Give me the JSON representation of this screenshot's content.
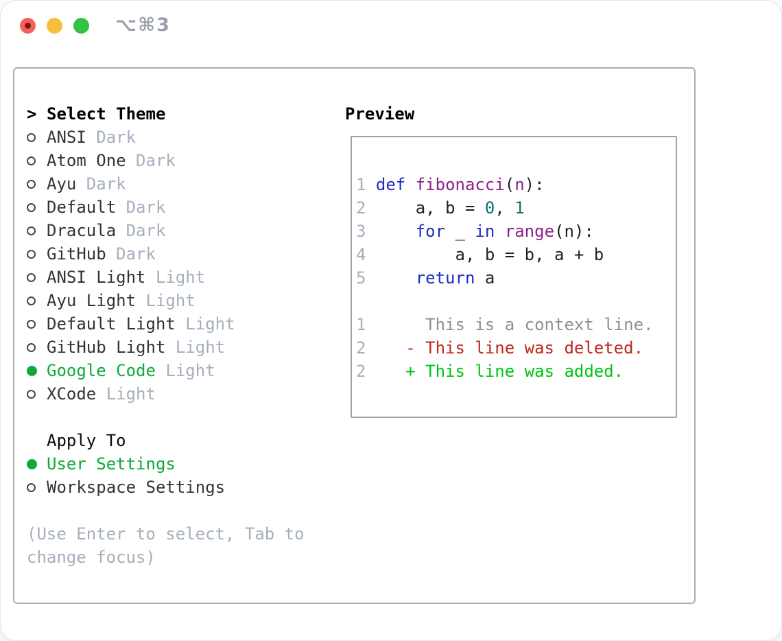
{
  "window": {
    "title": "⌥⌘3"
  },
  "theme_selector": {
    "heading_prefix": ">",
    "heading": "Select Theme",
    "items": [
      {
        "name": "ANSI",
        "variant": "Dark",
        "selected": false
      },
      {
        "name": "Atom One",
        "variant": "Dark",
        "selected": false
      },
      {
        "name": "Ayu",
        "variant": "Dark",
        "selected": false
      },
      {
        "name": "Default",
        "variant": "Dark",
        "selected": false
      },
      {
        "name": "Dracula",
        "variant": "Dark",
        "selected": false
      },
      {
        "name": "GitHub",
        "variant": "Dark",
        "selected": false
      },
      {
        "name": "ANSI Light",
        "variant": "Light",
        "selected": false
      },
      {
        "name": "Ayu Light",
        "variant": "Light",
        "selected": false
      },
      {
        "name": "Default Light",
        "variant": "Light",
        "selected": false
      },
      {
        "name": "GitHub Light",
        "variant": "Light",
        "selected": false
      },
      {
        "name": "Google Code",
        "variant": "Light",
        "selected": true
      },
      {
        "name": "XCode",
        "variant": "Light",
        "selected": false
      }
    ],
    "apply_heading": "Apply To",
    "apply_options": [
      {
        "label": "User Settings",
        "selected": true
      },
      {
        "label": "Workspace Settings",
        "selected": false
      }
    ],
    "hint_lines": [
      "(Use Enter to select, Tab to",
      "change focus)"
    ]
  },
  "preview": {
    "heading": "Preview",
    "code_lines": [
      {
        "tokens": [
          {
            "t": "1 ",
            "c": "num"
          },
          {
            "t": "def",
            "c": "kw"
          },
          {
            "t": " ",
            "c": "pln"
          },
          {
            "t": "fibonacci",
            "c": "fn"
          },
          {
            "t": "(",
            "c": "pln"
          },
          {
            "t": "n",
            "c": "fn"
          },
          {
            "t": "):",
            "c": "pln"
          }
        ]
      },
      {
        "tokens": [
          {
            "t": "2 ",
            "c": "num"
          },
          {
            "t": "    a, b = ",
            "c": "pln"
          },
          {
            "t": "0",
            "c": "lit"
          },
          {
            "t": ", ",
            "c": "pln"
          },
          {
            "t": "1",
            "c": "lit"
          }
        ]
      },
      {
        "tokens": [
          {
            "t": "3 ",
            "c": "num"
          },
          {
            "t": "    ",
            "c": "pln"
          },
          {
            "t": "for",
            "c": "kw"
          },
          {
            "t": " _ ",
            "c": "pln"
          },
          {
            "t": "in",
            "c": "kw"
          },
          {
            "t": " ",
            "c": "pln"
          },
          {
            "t": "range",
            "c": "fn"
          },
          {
            "t": "(n):",
            "c": "pln"
          }
        ]
      },
      {
        "tokens": [
          {
            "t": "4 ",
            "c": "num"
          },
          {
            "t": "        a, b = b, a + b",
            "c": "pln"
          }
        ]
      },
      {
        "tokens": [
          {
            "t": "5 ",
            "c": "num"
          },
          {
            "t": "    ",
            "c": "pln"
          },
          {
            "t": "return",
            "c": "kw"
          },
          {
            "t": " a",
            "c": "pln"
          }
        ]
      }
    ],
    "diff_lines": [
      {
        "tokens": [
          {
            "t": "1      ",
            "c": "num"
          },
          {
            "t": "This is a context line.",
            "c": "ctx"
          }
        ]
      },
      {
        "tokens": [
          {
            "t": "2    ",
            "c": "num"
          },
          {
            "t": "- This line was deleted.",
            "c": "del"
          }
        ]
      },
      {
        "tokens": [
          {
            "t": "2    ",
            "c": "num"
          },
          {
            "t": "+ This line was added.",
            "c": "add"
          }
        ]
      }
    ]
  },
  "colors": {
    "accent_green": "#0caa38",
    "diff_added": "#00c414",
    "diff_deleted": "#c3261a",
    "context": "#8a9097",
    "muted": "#a5afbc",
    "text": "#30353b",
    "plain": "#1d2126",
    "keyword": "#1f2dbf",
    "function": "#8c218c",
    "literal": "#0e6f6f",
    "panel_border": "#a6aeb8",
    "preview_border": "#9ba4ad",
    "title_text": "#9aa0a8",
    "traffic_red": "#f4605a",
    "traffic_red_dot": "#7c150e",
    "traffic_yellow": "#f9bd3e",
    "traffic_green": "#33c342"
  }
}
